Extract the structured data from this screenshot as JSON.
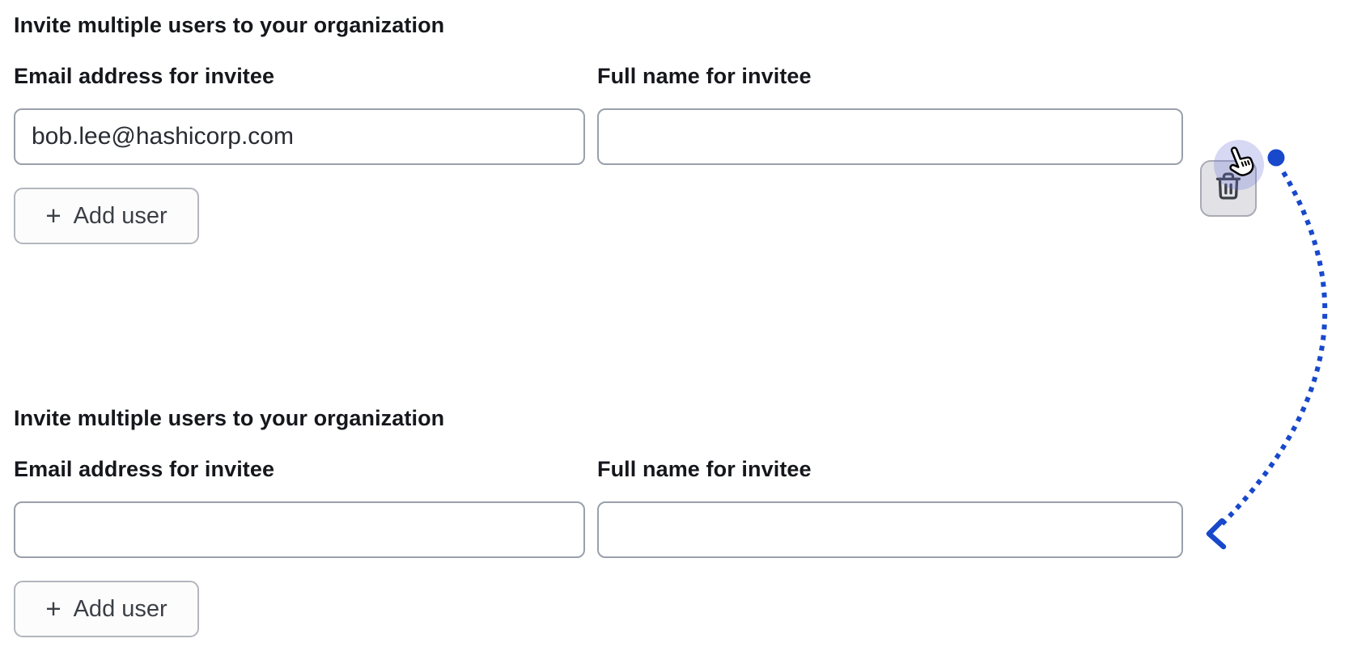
{
  "sections": [
    {
      "title": "Invite multiple users to your organization",
      "fields": [
        {
          "label": "Email address for invitee",
          "value": "bob.lee@hashicorp.com"
        },
        {
          "label": "Full name for invitee",
          "value": ""
        }
      ],
      "add_user": {
        "label": "Add user",
        "plus": "+"
      },
      "delete_button": {
        "icon": "trash-icon",
        "state": "hovered"
      }
    },
    {
      "title": "Invite multiple users to your organization",
      "fields": [
        {
          "label": "Email address for invitee",
          "value": ""
        },
        {
          "label": "Full name for invitee",
          "value": ""
        }
      ],
      "add_user": {
        "label": "Add user",
        "plus": "+"
      }
    }
  ],
  "icons": {
    "delete_row": "trash-icon",
    "add_user": "plus-icon",
    "annotation_cursor": "pointer-hand-cursor"
  },
  "colors": {
    "accent": "#1848cb",
    "halo": "#6d74d9",
    "text": "#15171c",
    "button_text": "#3b3f46",
    "input_border": "#9aa0ab",
    "button_border": "#b3b6bd",
    "button_bg": "#fcfcfc",
    "trash_button_bg": "#e2e2e6",
    "trash_button_border": "#a9abb4",
    "trash_icon": "#3b3f46",
    "cursor_fill": "#ffffff",
    "cursor_outline": "#000000"
  },
  "annotation": {
    "type": "dotted-curved-arrow",
    "from": "delete-row-button (top form)",
    "to": "empty form below (result after deletion)",
    "start_marker": "filled-dot",
    "end_marker": "chevron-arrowhead"
  }
}
